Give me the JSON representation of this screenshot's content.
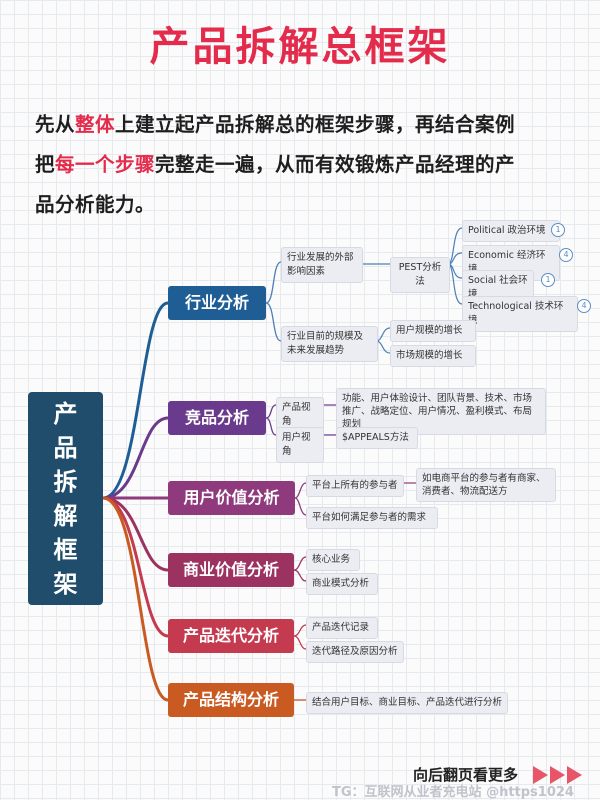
{
  "title": "产品拆解总框架",
  "intro": {
    "line1": {
      "a": "先从",
      "hl": "整体",
      "b": "上建立起产品拆解总的框架步骤，再结合案例"
    },
    "line2": {
      "a": "把",
      "hl": "每一个步骤",
      "b": "完整走一遍，从而有效锻炼产品经理的产"
    },
    "line3": "品分析能力。"
  },
  "root": [
    "产",
    "品",
    "拆",
    "解",
    "框",
    "架"
  ],
  "colors": {
    "title": "#e32b4b",
    "root": "#1f4d6b",
    "industry": "#1e5e95",
    "competitor": "#6a3a8c",
    "user_value": "#8e3a7c",
    "business_value": "#9b3260",
    "iteration": "#c43a4e",
    "structure": "#c95a22"
  },
  "branches": {
    "industry": {
      "label": "行业分析",
      "external": "行业发展的外部影响因素",
      "pest": "PEST分析法",
      "pest_items": [
        "Political 政治环境",
        "Economic 经济环境",
        "Social 社会环境",
        "Technological 技术环境"
      ],
      "pest_badges": [
        "1",
        "4",
        "1",
        "4"
      ],
      "scale": "行业目前的规模及未来发展趋势",
      "scale_items": [
        "用户规模的增长",
        "市场规模的增长"
      ]
    },
    "competitor": {
      "label": "竞品分析",
      "product_view": "产品视角",
      "product_detail": "功能、用户体验设计、团队背景、技术、市场推广、战略定位、用户情况、盈利模式、布局规划",
      "user_view": "用户视角",
      "user_detail": "$APPEALS方法"
    },
    "user_value": {
      "label": "用户价值分析",
      "participants": "平台上所有的参与者",
      "participants_detail": "如电商平台的参与者有商家、消费者、物流配送方",
      "needs": "平台如何满足参与者的需求"
    },
    "business_value": {
      "label": "商业价值分析",
      "items": [
        "核心业务",
        "商业模式分析"
      ]
    },
    "iteration": {
      "label": "产品迭代分析",
      "items": [
        "产品迭代记录",
        "迭代路径及原因分析"
      ]
    },
    "structure": {
      "label": "产品结构分析",
      "item": "结合用户目标、商业目标、产品迭代进行分析"
    }
  },
  "footer": {
    "text": "向后翻页看更多"
  },
  "watermark": "TG：互联网从业者充电站 @https1024"
}
